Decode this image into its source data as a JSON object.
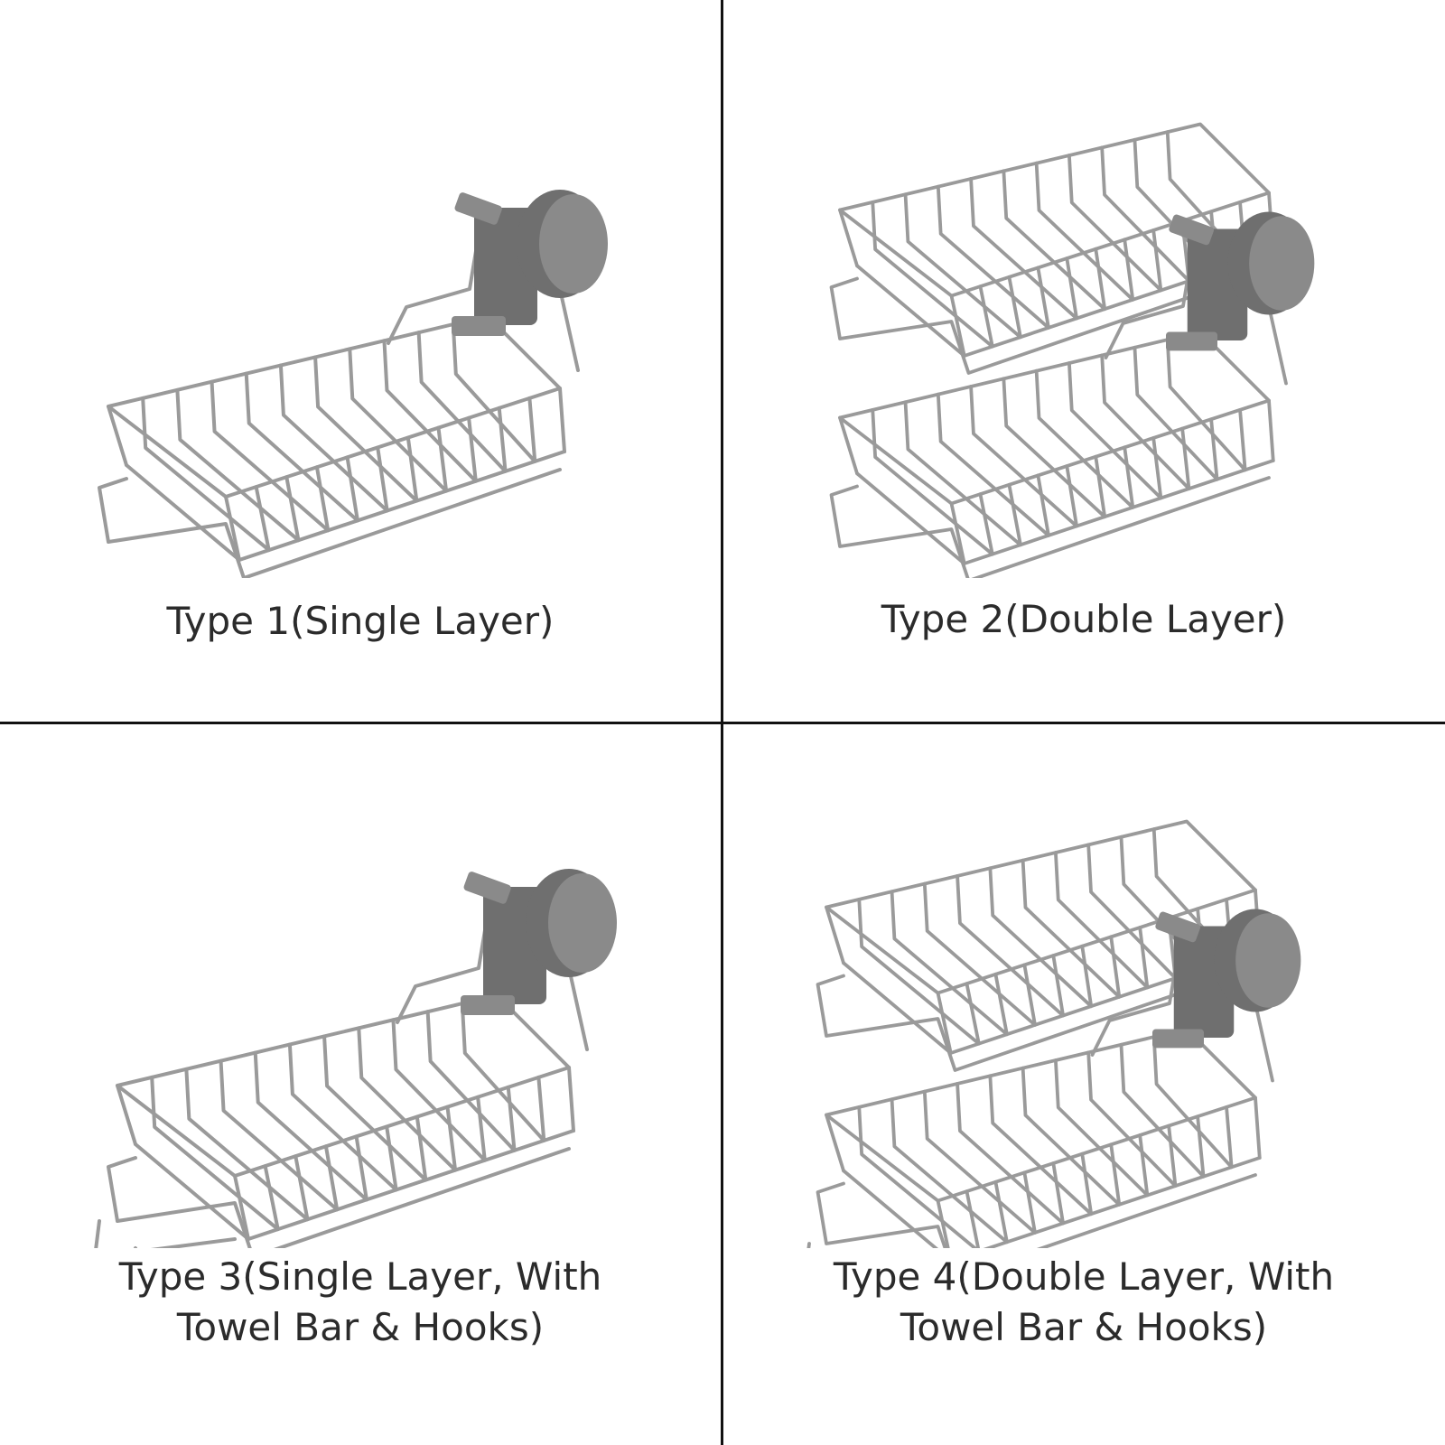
{
  "panels": [
    {
      "caption": [
        "Type 1(Single Layer)"
      ],
      "layers": 1,
      "towel_bar": false
    },
    {
      "caption": [
        "Type 2(Double Layer)"
      ],
      "layers": 2,
      "towel_bar": false
    },
    {
      "caption": [
        "Type 3(Single Layer, With",
        "Towel Bar & Hooks)"
      ],
      "layers": 1,
      "towel_bar": true
    },
    {
      "caption": [
        "Type 4(Double Layer, With",
        "Towel Bar & Hooks)"
      ],
      "layers": 2,
      "towel_bar": true
    }
  ],
  "colors": {
    "wire": "#9a9a9a",
    "mount": "#6f6f6f",
    "mount_light": "#8a8a8a",
    "divider": "#111111"
  }
}
